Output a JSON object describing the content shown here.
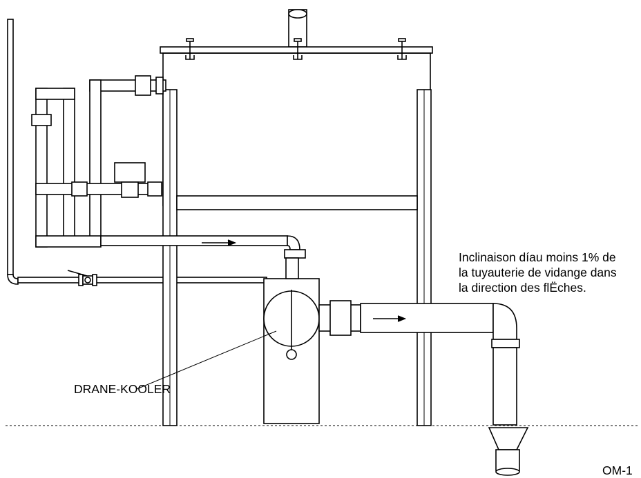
{
  "note": {
    "lines": [
      "Inclinaison díau moins 1% de",
      "la tuyauterie de vidange dans",
      "la direction des flËches."
    ]
  },
  "callout": {
    "label": "DRANE-KOOLER"
  },
  "figure": {
    "id": "OM-1"
  }
}
